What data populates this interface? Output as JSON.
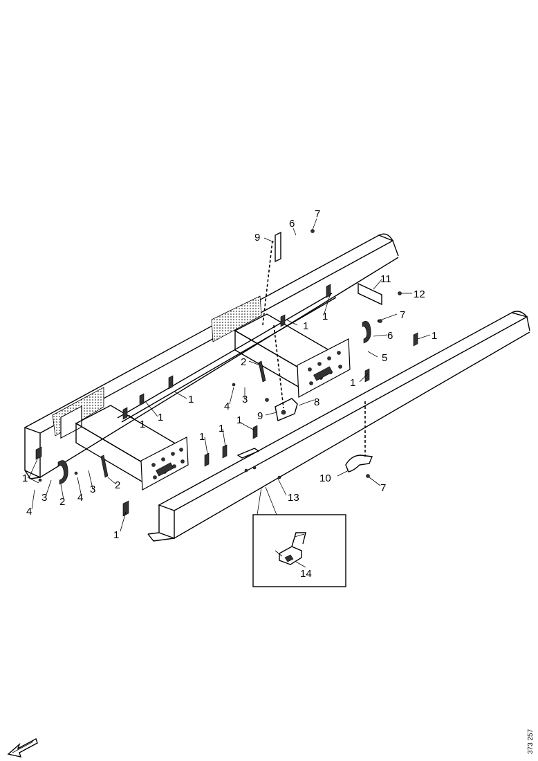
{
  "figure": {
    "reference_code": "373 257",
    "callouts": [
      {
        "id": "c9-top",
        "text": "9"
      },
      {
        "id": "c6-top",
        "text": "6"
      },
      {
        "id": "c7-top",
        "text": "7"
      },
      {
        "id": "c11",
        "text": "11"
      },
      {
        "id": "c12",
        "text": "12"
      },
      {
        "id": "c1-a",
        "text": "1"
      },
      {
        "id": "c1-b",
        "text": "1"
      },
      {
        "id": "c7-mid",
        "text": "7"
      },
      {
        "id": "c6-mid",
        "text": "6"
      },
      {
        "id": "c1-c",
        "text": "1"
      },
      {
        "id": "c5",
        "text": "5"
      },
      {
        "id": "c2-mid",
        "text": "2"
      },
      {
        "id": "c1-d",
        "text": "1"
      },
      {
        "id": "c4-mid",
        "text": "4"
      },
      {
        "id": "c3-mid",
        "text": "3"
      },
      {
        "id": "c1-e",
        "text": "1"
      },
      {
        "id": "c8",
        "text": "8"
      },
      {
        "id": "c9-mid",
        "text": "9"
      },
      {
        "id": "c1-f",
        "text": "1"
      },
      {
        "id": "c1-g",
        "text": "1"
      },
      {
        "id": "c1-h",
        "text": "1"
      },
      {
        "id": "c1-i",
        "text": "1"
      },
      {
        "id": "c1-j",
        "text": "1"
      },
      {
        "id": "c1-k",
        "text": "1"
      },
      {
        "id": "c3-left-a",
        "text": "3"
      },
      {
        "id": "c2-left",
        "text": "2"
      },
      {
        "id": "c4-left",
        "text": "4"
      },
      {
        "id": "c3-left-b",
        "text": "3"
      },
      {
        "id": "c2-right",
        "text": "2"
      },
      {
        "id": "c4-far",
        "text": "4"
      },
      {
        "id": "c10",
        "text": "10"
      },
      {
        "id": "c7-bot",
        "text": "7"
      },
      {
        "id": "c13",
        "text": "13"
      },
      {
        "id": "c1-bot",
        "text": "1"
      },
      {
        "id": "c14",
        "text": "14"
      }
    ]
  }
}
